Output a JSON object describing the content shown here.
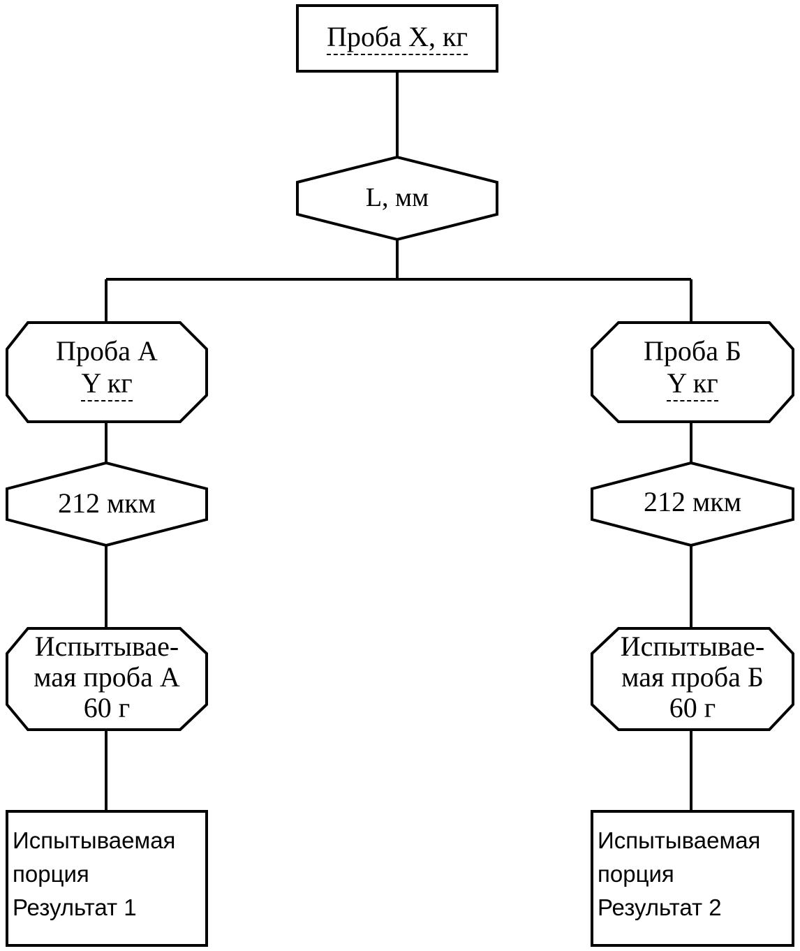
{
  "nodes": {
    "sample_x": {
      "label": "Проба X,  кг"
    },
    "sieve_l": {
      "label": "L, мм"
    },
    "sample_a": {
      "line1": "Проба А",
      "line2": "Y кг"
    },
    "sample_b": {
      "line1": "Проба Б",
      "line2": "Y кг"
    },
    "sieve_a": {
      "label": "212 мкм"
    },
    "sieve_b": {
      "label": "212 мкм"
    },
    "test_sample_a": {
      "line1": "Испытывае-",
      "line2": "мая проба А",
      "line3": "60 г"
    },
    "test_sample_b": {
      "line1": "Испытывае-",
      "line2": "мая проба Б",
      "line3": "60 г"
    },
    "test_portion_a": {
      "line1": "Испытываемая",
      "line2": "порция",
      "line3": "Результат 1"
    },
    "test_portion_b": {
      "line1": "Испытываемая",
      "line2": "порция",
      "line3": "Результат 2"
    }
  },
  "colors": {
    "stroke": "#000000",
    "background": "#ffffff"
  }
}
